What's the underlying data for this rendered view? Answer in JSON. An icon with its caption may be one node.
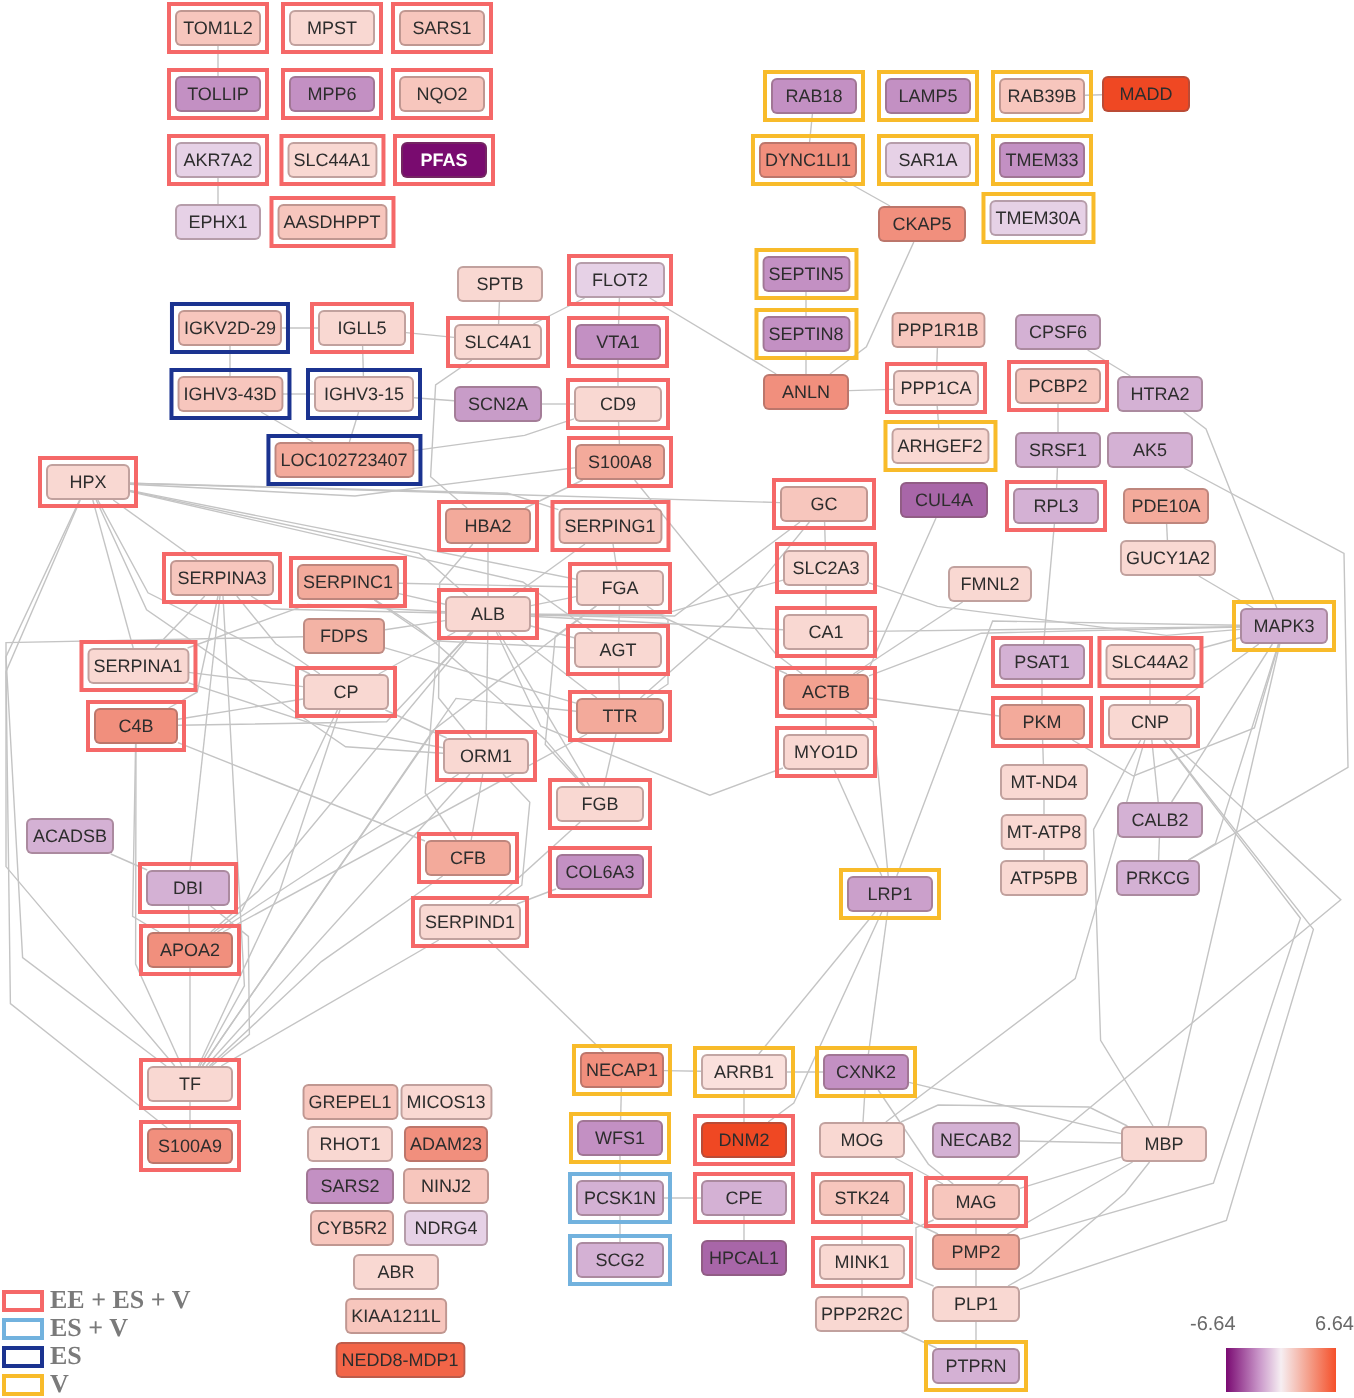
{
  "diagram": {
    "nodes": [
      {
        "text": [
          "TOM1L2"
        ]
      },
      {
        "text": [
          "MPST"
        ]
      },
      {
        "text": [
          "SARS1"
        ]
      },
      {
        "text": [
          "TOLLIP"
        ]
      },
      {
        "text": [
          "MPP6"
        ]
      },
      {
        "text": [
          "NQO2"
        ]
      },
      {
        "text": [
          "RAB18"
        ]
      },
      {
        "text": [
          "LAMP5"
        ]
      },
      {
        "text": [
          "RAB39B"
        ]
      },
      {
        "text": [
          "MADD"
        ]
      },
      {
        "text": [
          "AKR7A2"
        ]
      },
      {
        "text": [
          "SLC44A1"
        ]
      },
      {
        "text": [
          "PFAS"
        ]
      },
      {
        "text": [
          "DYNC1LI1"
        ]
      },
      {
        "text": [
          "SAR1A"
        ]
      },
      {
        "text": [
          "TMEM33"
        ]
      },
      {
        "text": [
          "EPHX1"
        ]
      },
      {
        "text": [
          "AASDHPPT"
        ]
      },
      {
        "text": [
          "TMEM30A"
        ]
      },
      {
        "text": [
          "CKAP5"
        ]
      },
      {
        "text": [
          "SEPTIN5"
        ]
      },
      {
        "text": [
          "FLOT2"
        ]
      },
      {
        "text": [
          "SPTB"
        ]
      },
      {
        "text": [
          "IGKV2D-29"
        ]
      },
      {
        "text": [
          "IGLL5"
        ]
      },
      {
        "text": [
          "PPP1R1B"
        ]
      },
      {
        "text": [
          "CPSF6"
        ]
      },
      {
        "text": [
          "SEPTIN8"
        ]
      },
      {
        "text": [
          "SLC4A1"
        ]
      },
      {
        "text": [
          "VTA1"
        ]
      },
      {
        "text": [
          "PCBP2"
        ]
      },
      {
        "text": [
          "PPP1CA"
        ]
      },
      {
        "text": [
          "ANLN"
        ]
      },
      {
        "text": [
          "HTRA2"
        ]
      },
      {
        "text": [
          "IGHV3-43D"
        ]
      },
      {
        "text": [
          "IGHV3-15"
        ]
      },
      {
        "text": [
          "SCN2A"
        ]
      },
      {
        "text": [
          "CD9"
        ]
      },
      {
        "text": [
          "ARHGEF2"
        ]
      },
      {
        "text": [
          "SRSF1"
        ]
      },
      {
        "text": [
          "AK5"
        ]
      },
      {
        "text": [
          "LOC102723407"
        ]
      },
      {
        "text": [
          "S100A8"
        ]
      },
      {
        "text": [
          "HPX"
        ]
      },
      {
        "text": [
          "CUL4A"
        ]
      },
      {
        "text": [
          "GC"
        ]
      },
      {
        "text": [
          "RPL3"
        ]
      },
      {
        "text": [
          "PDE10A"
        ]
      },
      {
        "text": [
          "HBA2"
        ]
      },
      {
        "text": [
          "SERPING1"
        ]
      },
      {
        "text": [
          "GUCY1A2"
        ]
      },
      {
        "text": [
          "SLC2A3"
        ]
      },
      {
        "text": [
          "SERPINA3"
        ]
      },
      {
        "text": [
          "SERPINC1"
        ]
      },
      {
        "text": [
          "FMNL2"
        ]
      },
      {
        "text": [
          "FGA"
        ]
      },
      {
        "text": [
          "ALB"
        ]
      },
      {
        "text": [
          "CA1"
        ]
      },
      {
        "text": [
          "MAPK3"
        ]
      },
      {
        "text": [
          "FDPS"
        ]
      },
      {
        "text": [
          "AGT"
        ]
      },
      {
        "text": [
          "SERPINA1"
        ]
      },
      {
        "text": [
          "PSAT1"
        ]
      },
      {
        "text": [
          "SLC44A2"
        ]
      },
      {
        "text": [
          "CP"
        ]
      },
      {
        "text": [
          "ACTB"
        ]
      },
      {
        "text": [
          "C4B"
        ]
      },
      {
        "text": [
          "TTR"
        ]
      },
      {
        "text": [
          "PKM"
        ]
      },
      {
        "text": [
          "CNP"
        ]
      },
      {
        "text": [
          "ORM1"
        ]
      },
      {
        "text": [
          "MYO1D"
        ]
      },
      {
        "text": [
          "MT-ND4"
        ]
      },
      {
        "text": [
          "FGB"
        ]
      },
      {
        "text": [
          "CALB2"
        ]
      },
      {
        "text": [
          "MT-ATP8"
        ]
      },
      {
        "text": [
          "ACADSB"
        ]
      },
      {
        "text": [
          "CFB"
        ]
      },
      {
        "text": [
          "COL6A3"
        ]
      },
      {
        "text": [
          "DBI"
        ]
      },
      {
        "text": [
          "ATP5PB"
        ]
      },
      {
        "text": [
          "PRKCG"
        ]
      },
      {
        "text": [
          "LRP1"
        ]
      },
      {
        "text": [
          "SERPIND1"
        ]
      },
      {
        "text": [
          "APOA2"
        ]
      },
      {
        "text": [
          "NECAP1"
        ]
      },
      {
        "text": [
          "ARRB1"
        ]
      },
      {
        "text": [
          "CXNK2"
        ]
      },
      {
        "text": [
          "TF"
        ]
      },
      {
        "text": [
          "GREPEL1"
        ]
      },
      {
        "text": [
          "MICOS13"
        ]
      },
      {
        "text": [
          "WFS1"
        ]
      },
      {
        "text": [
          "DNM2"
        ]
      },
      {
        "text": [
          "MOG"
        ]
      },
      {
        "text": [
          "NECAB2"
        ]
      },
      {
        "text": [
          "MBP"
        ]
      },
      {
        "text": [
          "RHOT1"
        ]
      },
      {
        "text": [
          "ADAM23"
        ]
      },
      {
        "text": [
          "S100A9"
        ]
      },
      {
        "text": [
          "SARS2"
        ]
      },
      {
        "text": [
          "NINJ2"
        ]
      },
      {
        "text": [
          "PCSK1N"
        ]
      },
      {
        "text": [
          "CPE"
        ]
      },
      {
        "text": [
          "STK24"
        ]
      },
      {
        "text": [
          "MAG"
        ]
      },
      {
        "text": [
          "CYB5R2"
        ]
      },
      {
        "text": [
          "NDRG4"
        ]
      },
      {
        "text": [
          "HPCAL1"
        ]
      },
      {
        "text": [
          "MINK1"
        ]
      },
      {
        "text": [
          "PMP2"
        ]
      },
      {
        "text": [
          "SCG2"
        ]
      },
      {
        "text": [
          "ABR"
        ]
      },
      {
        "text": [
          "PPP2R2C"
        ]
      },
      {
        "text": [
          "PLP1"
        ]
      },
      {
        "text": [
          "KIAA1211L"
        ]
      },
      {
        "text": [
          "PTPRN"
        ]
      },
      {
        "text": [
          "NEDD8-MDP1"
        ]
      }
    ],
    "edges": [
      {
        "from": 0,
        "to": 3,
        "arrow": "none"
      },
      {
        "from": 10,
        "to": 16,
        "arrow": "none"
      },
      {
        "from": 6,
        "to": 13,
        "arrow": "none"
      },
      {
        "from": 8,
        "to": 9,
        "arrow": "none"
      },
      {
        "from": 13,
        "to": 19,
        "arrow": "none"
      },
      {
        "from": 19,
        "to": 32,
        "arrow": "none"
      },
      {
        "from": 20,
        "to": 27,
        "arrow": "none"
      },
      {
        "from": 27,
        "to": 32,
        "arrow": "none"
      },
      {
        "from": 32,
        "to": 31,
        "arrow": "none"
      },
      {
        "from": 25,
        "to": 31,
        "arrow": "none"
      },
      {
        "from": 26,
        "to": 33,
        "arrow": "none"
      },
      {
        "from": 30,
        "to": 39,
        "arrow": "none"
      },
      {
        "from": 39,
        "to": 46,
        "arrow": "none"
      },
      {
        "from": 31,
        "to": 38,
        "arrow": "none"
      },
      {
        "from": 21,
        "to": 32,
        "arrow": "none"
      },
      {
        "from": 28,
        "to": 21,
        "arrow": "none"
      },
      {
        "from": 22,
        "to": 28,
        "arrow": "none"
      },
      {
        "from": 28,
        "to": 48,
        "arrow": "none"
      },
      {
        "from": 23,
        "to": 24,
        "arrow": "none"
      },
      {
        "from": 23,
        "to": 34,
        "arrow": "none"
      },
      {
        "from": 34,
        "to": 35,
        "arrow": "none"
      },
      {
        "from": 24,
        "to": 35,
        "arrow": "none"
      },
      {
        "from": 35,
        "to": 36,
        "arrow": "none"
      },
      {
        "from": 36,
        "to": 37,
        "arrow": "none"
      },
      {
        "from": 24,
        "to": 28,
        "arrow": "none"
      },
      {
        "from": 34,
        "to": 41,
        "arrow": "none"
      },
      {
        "from": 35,
        "to": 41,
        "arrow": "none"
      },
      {
        "from": 21,
        "to": 29,
        "arrow": "none"
      },
      {
        "from": 29,
        "to": 37,
        "arrow": "none"
      },
      {
        "from": 37,
        "to": 42,
        "arrow": "none"
      },
      {
        "from": 37,
        "to": 41,
        "arrow": "none"
      },
      {
        "from": 43,
        "to": 61,
        "arrow": "none"
      },
      {
        "from": 43,
        "to": 88,
        "arrow": "none"
      },
      {
        "from": 43,
        "to": 98,
        "arrow": "none"
      },
      {
        "from": 43,
        "to": 56,
        "arrow": "none"
      },
      {
        "from": 43,
        "to": 49,
        "arrow": "none"
      },
      {
        "from": 43,
        "to": 55,
        "arrow": "none"
      },
      {
        "from": 43,
        "to": 60,
        "arrow": "none"
      },
      {
        "from": 43,
        "to": 45,
        "arrow": "none"
      },
      {
        "from": 43,
        "to": 64,
        "arrow": "none"
      },
      {
        "from": 43,
        "to": 70,
        "arrow": "none"
      },
      {
        "from": 43,
        "to": 52,
        "arrow": "none"
      },
      {
        "from": 43,
        "to": 42,
        "arrow": "none"
      },
      {
        "from": 88,
        "to": 84,
        "arrow": "none"
      },
      {
        "from": 88,
        "to": 98,
        "arrow": "none"
      },
      {
        "from": 88,
        "to": 66,
        "arrow": "none"
      },
      {
        "from": 88,
        "to": 52,
        "arrow": "none"
      },
      {
        "from": 88,
        "to": 64,
        "arrow": "none"
      },
      {
        "from": 88,
        "to": 55,
        "arrow": "none"
      },
      {
        "from": 88,
        "to": 67,
        "arrow": "none"
      },
      {
        "from": 88,
        "to": 70,
        "arrow": "none"
      },
      {
        "from": 88,
        "to": 77,
        "arrow": "none"
      },
      {
        "from": 88,
        "to": 83,
        "arrow": "none"
      },
      {
        "from": 88,
        "to": 79,
        "arrow": "none"
      },
      {
        "from": 88,
        "to": 59,
        "arrow": "none"
      },
      {
        "from": 56,
        "to": 84,
        "arrow": "none"
      },
      {
        "from": 56,
        "to": 61,
        "arrow": "none"
      },
      {
        "from": 56,
        "to": 52,
        "arrow": "none"
      },
      {
        "from": 56,
        "to": 53,
        "arrow": "none"
      },
      {
        "from": 56,
        "to": 64,
        "arrow": "none"
      },
      {
        "from": 56,
        "to": 66,
        "arrow": "none"
      },
      {
        "from": 56,
        "to": 55,
        "arrow": "none"
      },
      {
        "from": 56,
        "to": 73,
        "arrow": "none"
      },
      {
        "from": 56,
        "to": 60,
        "arrow": "none"
      },
      {
        "from": 56,
        "to": 67,
        "arrow": "none"
      },
      {
        "from": 56,
        "to": 70,
        "arrow": "none"
      },
      {
        "from": 56,
        "to": 45,
        "arrow": "none"
      },
      {
        "from": 56,
        "to": 48,
        "arrow": "none"
      },
      {
        "from": 56,
        "to": 49,
        "arrow": "none"
      },
      {
        "from": 56,
        "to": 77,
        "arrow": "none"
      },
      {
        "from": 56,
        "to": 65,
        "arrow": "none"
      },
      {
        "from": 56,
        "to": 57,
        "arrow": "none"
      },
      {
        "from": 56,
        "to": 51,
        "arrow": "none"
      },
      {
        "from": 56,
        "to": 71,
        "arrow": "none"
      },
      {
        "from": 56,
        "to": 59,
        "arrow": "none"
      },
      {
        "from": 55,
        "to": 73,
        "arrow": "none"
      },
      {
        "from": 55,
        "to": 60,
        "arrow": "none"
      },
      {
        "from": 55,
        "to": 67,
        "arrow": "none"
      },
      {
        "from": 55,
        "to": 49,
        "arrow": "none"
      },
      {
        "from": 55,
        "to": 53,
        "arrow": "none"
      },
      {
        "from": 60,
        "to": 67,
        "arrow": "none"
      },
      {
        "from": 67,
        "to": 73,
        "arrow": "none"
      },
      {
        "from": 67,
        "to": 84,
        "arrow": "none"
      },
      {
        "from": 67,
        "to": 45,
        "arrow": "none"
      },
      {
        "from": 70,
        "to": 77,
        "arrow": "none"
      },
      {
        "from": 70,
        "to": 83,
        "arrow": "none"
      },
      {
        "from": 70,
        "to": 84,
        "arrow": "none"
      },
      {
        "from": 70,
        "to": 61,
        "arrow": "none"
      },
      {
        "from": 64,
        "to": 61,
        "arrow": "none"
      },
      {
        "from": 64,
        "to": 66,
        "arrow": "none"
      },
      {
        "from": 64,
        "to": 70,
        "arrow": "none"
      },
      {
        "from": 64,
        "to": 84,
        "arrow": "none"
      },
      {
        "from": 64,
        "to": 52,
        "arrow": "none"
      },
      {
        "from": 52,
        "to": 61,
        "arrow": "none"
      },
      {
        "from": 52,
        "to": 66,
        "arrow": "none"
      },
      {
        "from": 52,
        "to": 79,
        "arrow": "none"
      },
      {
        "from": 53,
        "to": 60,
        "arrow": "none"
      },
      {
        "from": 53,
        "to": 73,
        "arrow": "none"
      },
      {
        "from": 66,
        "to": 77,
        "arrow": "none"
      },
      {
        "from": 66,
        "to": 84,
        "arrow": "none"
      },
      {
        "from": 73,
        "to": 83,
        "arrow": "none"
      },
      {
        "from": 42,
        "to": 65,
        "arrow": "none"
      },
      {
        "from": 42,
        "to": 48,
        "arrow": "none"
      },
      {
        "from": 45,
        "to": 51,
        "arrow": "none"
      },
      {
        "from": 51,
        "to": 57,
        "arrow": "none"
      },
      {
        "from": 57,
        "to": 65,
        "arrow": "none"
      },
      {
        "from": 65,
        "to": 71,
        "arrow": "none"
      },
      {
        "from": 48,
        "to": 70,
        "arrow": "none"
      },
      {
        "from": 65,
        "to": 68,
        "arrow": "none"
      },
      {
        "from": 65,
        "to": 44,
        "arrow": "none"
      },
      {
        "from": 65,
        "to": 82,
        "arrow": "none"
      },
      {
        "from": 65,
        "to": 54,
        "arrow": "none"
      },
      {
        "from": 71,
        "to": 82,
        "arrow": "none"
      },
      {
        "from": 59,
        "to": 67,
        "arrow": "none"
      },
      {
        "from": 79,
        "to": 84,
        "arrow": "none"
      },
      {
        "from": 83,
        "to": 85,
        "arrow": "none"
      },
      {
        "from": 78,
        "to": 83,
        "arrow": "none"
      },
      {
        "from": 76,
        "to": 79,
        "arrow": "none"
      },
      {
        "from": 46,
        "to": 62,
        "arrow": "none"
      },
      {
        "from": 62,
        "to": 68,
        "arrow": "none"
      },
      {
        "from": 68,
        "to": 72,
        "arrow": "none"
      },
      {
        "from": 72,
        "to": 75,
        "arrow": "none"
      },
      {
        "from": 75,
        "to": 80,
        "arrow": "none"
      },
      {
        "from": 47,
        "to": 50,
        "arrow": "none"
      },
      {
        "from": 40,
        "to": 81,
        "arrow": "none"
      },
      {
        "from": 33,
        "to": 58,
        "arrow": "none"
      },
      {
        "from": 58,
        "to": 63,
        "arrow": "none"
      },
      {
        "from": 58,
        "to": 69,
        "arrow": "none"
      },
      {
        "from": 58,
        "to": 81,
        "arrow": "none"
      },
      {
        "from": 58,
        "to": 74,
        "arrow": "none"
      },
      {
        "from": 58,
        "to": 68,
        "arrow": "none"
      },
      {
        "from": 58,
        "to": 65,
        "arrow": "none"
      },
      {
        "from": 58,
        "to": 50,
        "arrow": "none"
      },
      {
        "from": 58,
        "to": 95,
        "arrow": "none"
      },
      {
        "from": 58,
        "to": 57,
        "arrow": "none"
      },
      {
        "from": 58,
        "to": 51,
        "arrow": "none"
      },
      {
        "from": 58,
        "to": 82,
        "arrow": "none"
      },
      {
        "from": 69,
        "to": 74,
        "arrow": "none"
      },
      {
        "from": 74,
        "to": 81,
        "arrow": "none"
      },
      {
        "from": 69,
        "to": 95,
        "arrow": "none"
      },
      {
        "from": 69,
        "to": 104,
        "arrow": "none"
      },
      {
        "from": 69,
        "to": 113,
        "arrow": "none"
      },
      {
        "from": 69,
        "to": 93,
        "arrow": "none"
      },
      {
        "from": 69,
        "to": 109,
        "arrow": "none"
      },
      {
        "from": 63,
        "to": 69,
        "arrow": "none"
      },
      {
        "from": 95,
        "to": 104,
        "arrow": "none"
      },
      {
        "from": 95,
        "to": 93,
        "arrow": "none"
      },
      {
        "from": 95,
        "to": 113,
        "arrow": "none"
      },
      {
        "from": 95,
        "to": 109,
        "arrow": "none"
      },
      {
        "from": 95,
        "to": 94,
        "arrow": "none"
      },
      {
        "from": 95,
        "to": 87,
        "arrow": "none"
      },
      {
        "from": 104,
        "to": 93,
        "arrow": "none"
      },
      {
        "from": 104,
        "to": 113,
        "arrow": "none"
      },
      {
        "from": 104,
        "to": 109,
        "arrow": "none"
      },
      {
        "from": 113,
        "to": 109,
        "arrow": "none"
      },
      {
        "from": 113,
        "to": 115,
        "arrow": "none"
      },
      {
        "from": 112,
        "to": 115,
        "arrow": "none"
      },
      {
        "from": 108,
        "to": 103,
        "arrow": "none"
      },
      {
        "from": 108,
        "to": 112,
        "arrow": "none"
      },
      {
        "from": 103,
        "to": 109,
        "arrow": "none"
      },
      {
        "from": 102,
        "to": 101,
        "arrow": "none"
      },
      {
        "from": 102,
        "to": 107,
        "arrow": "none"
      },
      {
        "from": 110,
        "to": 101,
        "arrow": "none"
      },
      {
        "from": 91,
        "to": 85,
        "arrow": "none"
      },
      {
        "from": 91,
        "to": 101,
        "arrow": "none"
      },
      {
        "from": 85,
        "to": 86,
        "arrow": "none"
      },
      {
        "from": 86,
        "to": 87,
        "arrow": "none"
      },
      {
        "from": 86,
        "to": 92,
        "arrow": "none"
      },
      {
        "from": 87,
        "to": 93,
        "arrow": "none"
      },
      {
        "from": 87,
        "to": 82,
        "arrow": "none"
      },
      {
        "from": 87,
        "to": 104,
        "arrow": "none"
      },
      {
        "from": 82,
        "to": 86,
        "arrow": "none"
      },
      {
        "from": 82,
        "to": 92,
        "arrow": "none"
      }
    ],
    "labels": [
      "-6.64",
      "6.64"
    ],
    "legend": [
      {
        "text": "EE + ES + V",
        "color": "#f56868"
      },
      {
        "text": "ES + V",
        "color": "#72b2de"
      },
      {
        "text": "ES",
        "color": "#1b3390"
      },
      {
        "text": "V",
        "color": "#f8bb2a"
      }
    ]
  }
}
